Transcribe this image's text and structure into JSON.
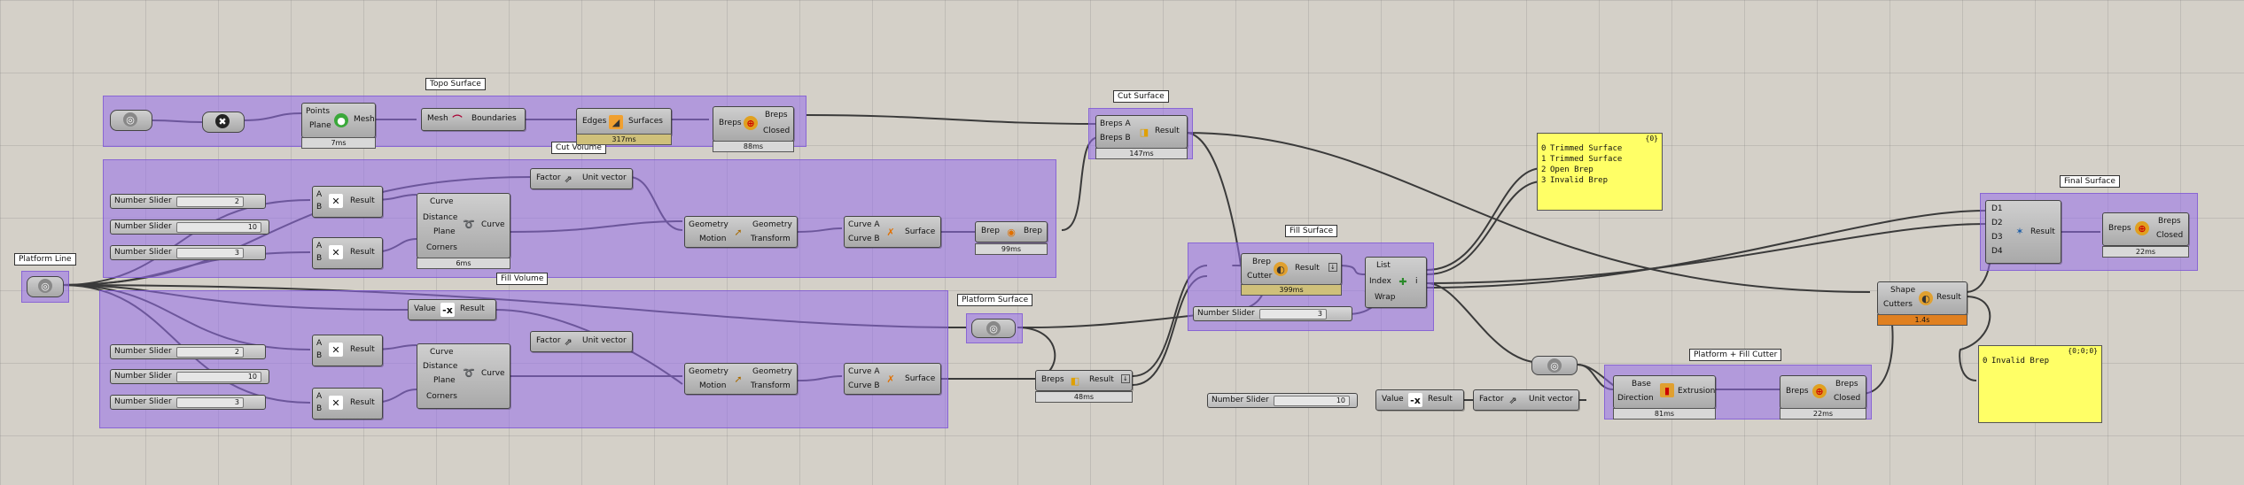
{
  "groups": {
    "topo_surface": "Topo Surface",
    "cut_volume": "Cut Volume",
    "fill_volume": "Fill Volume",
    "platform_line": "Platform Line",
    "platform_surface": "Platform Surface",
    "cut_surface": "Cut Surface",
    "fill_surface": "Fill Surface",
    "platform_fill_cutter": "Platform + Fill Cutter",
    "final_surface": "Final Surface"
  },
  "labels": {
    "points": "Points",
    "plane": "Plane",
    "mesh": "Mesh",
    "boundaries": "Boundaries",
    "edges": "Edges",
    "surfaces": "Surfaces",
    "breps": "Breps",
    "closed": "Closed",
    "number_slider": "Number Slider",
    "a": "A",
    "b": "B",
    "result": "Result",
    "curve": "Curve",
    "distance": "Distance",
    "corners": "Corners",
    "factor": "Factor",
    "unit_vector": "Unit vector",
    "geometry": "Geometry",
    "motion": "Motion",
    "transform": "Transform",
    "curve_a": "Curve A",
    "curve_b": "Curve B",
    "surface": "Surface",
    "brep": "Brep",
    "value": "Value",
    "breps_a": "Breps A",
    "breps_b": "Breps B",
    "cutter": "Cutter",
    "list": "List",
    "index": "Index",
    "wrap": "Wrap",
    "i": "i",
    "base": "Base",
    "direction": "Direction",
    "extrusion": "Extrusion",
    "shape": "Shape",
    "cutters": "Cutters",
    "d1": "D1",
    "d2": "D2",
    "d3": "D3",
    "d4": "D4"
  },
  "sliders": {
    "cut_1": "2",
    "cut_2": "10",
    "cut_3": "3",
    "fill_1": "2",
    "fill_2": "10",
    "fill_3": "3",
    "list_index": "3",
    "extrude": "10"
  },
  "timings": {
    "mesh": "7ms",
    "surfaces": "317ms",
    "breps": "88ms",
    "cut_curve": "6ms",
    "cut_surface_loft": "99ms",
    "cut_solid": "147ms",
    "fill_union": "48ms",
    "fill_split": "399ms",
    "extrusion": "81ms",
    "cap": "22ms",
    "trim": "1.4s",
    "final_cap": "22ms"
  },
  "panel_brep_types": {
    "header": "{0}",
    "rows": [
      {
        "index": "0",
        "text": "Trimmed Surface"
      },
      {
        "index": "1",
        "text": "Trimmed Surface"
      },
      {
        "index": "2",
        "text": "Open Brep"
      },
      {
        "index": "3",
        "text": "Invalid Brep"
      }
    ]
  },
  "panel_final": {
    "header": "{0;0;0}",
    "rows": [
      {
        "index": "0",
        "text": "Invalid Brep"
      }
    ]
  }
}
